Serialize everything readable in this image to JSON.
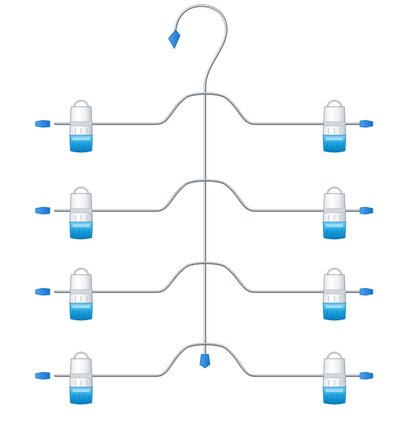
{
  "product": {
    "type": "tiered-clip-hanger",
    "tier_count": 4,
    "clips_per_tier": 2,
    "colors": {
      "background": "#ffffff",
      "chrome_light": "#f4f6f8",
      "chrome_mid": "#c3c9cf",
      "chrome_dark": "#6b747c",
      "accent_blue": "#1aa3e0",
      "accent_blue_dark": "#0a79b8",
      "cap_blue": "#1b6fd0"
    },
    "icons": {
      "hook": "hook-icon",
      "clip": "clip-icon",
      "end_cap": "end-cap-icon"
    }
  }
}
